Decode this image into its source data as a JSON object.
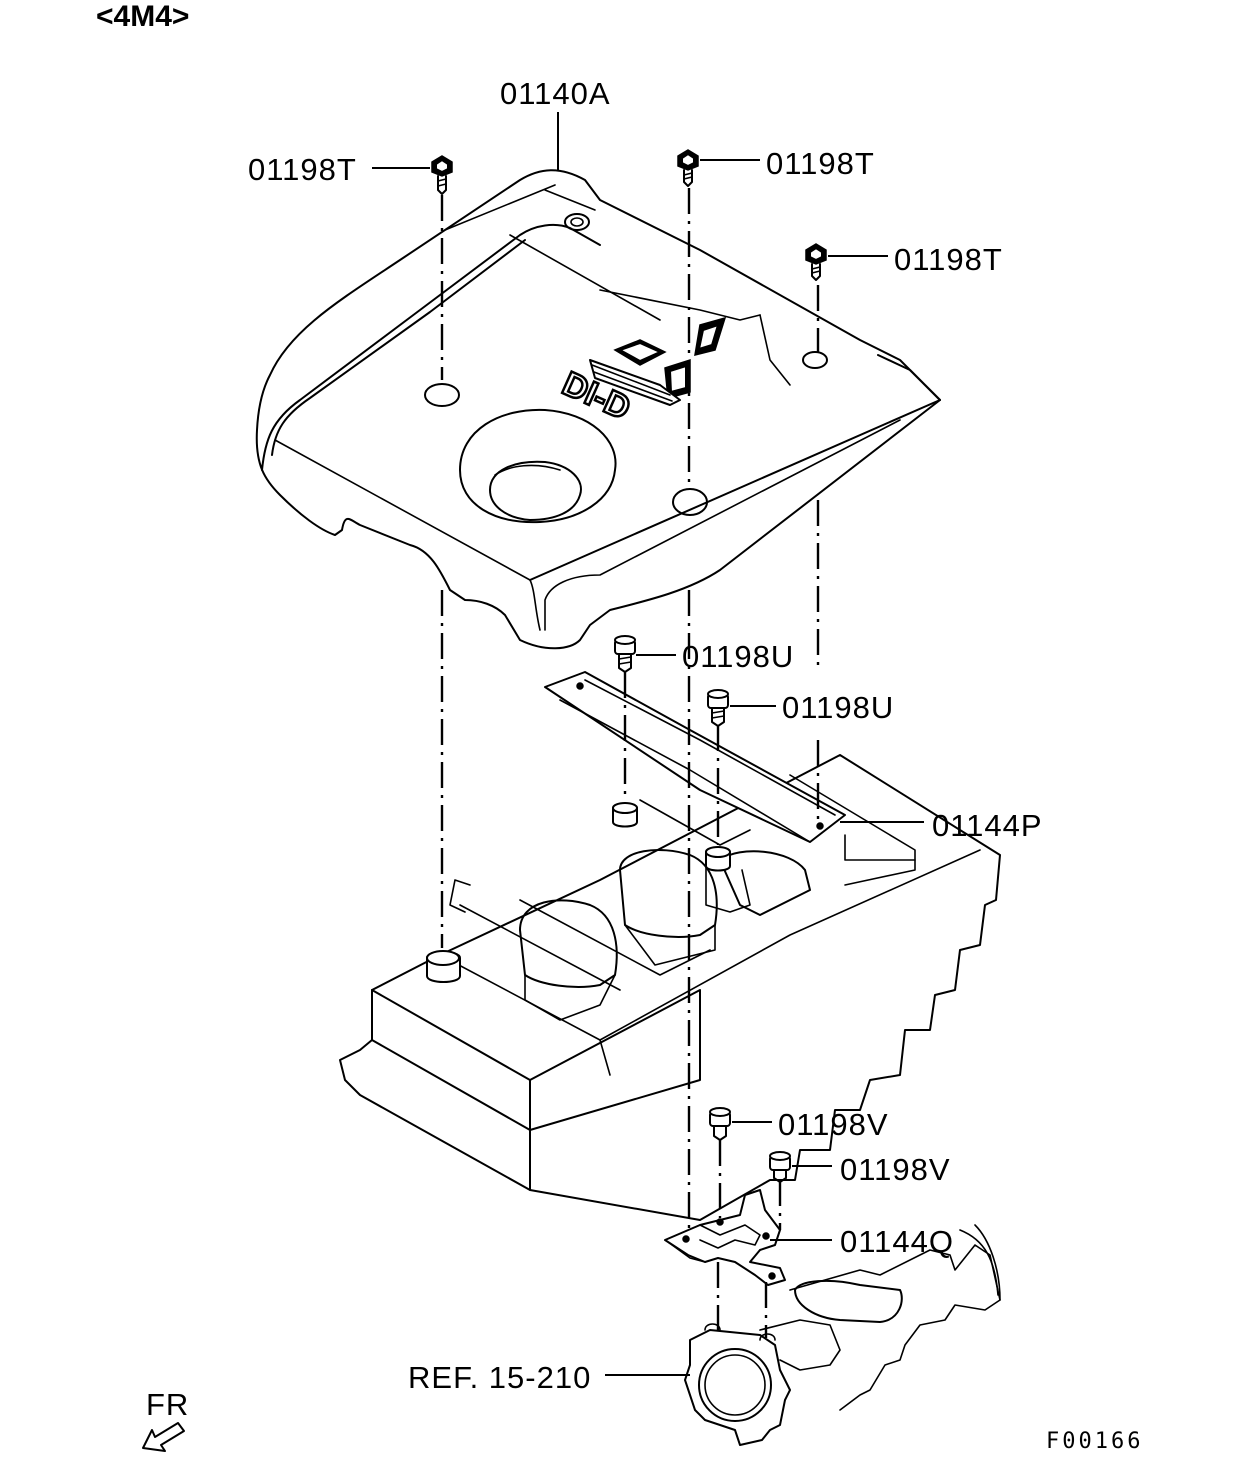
{
  "diagram": {
    "variant_label": "<4M4>",
    "figure_code": "F00166",
    "direction_label": "FR",
    "parts": {
      "engine_cover": "01140A",
      "screw_top_left": "01198T",
      "screw_top_center": "01198T",
      "screw_right": "01198T",
      "bolt_bracket_left": "01198U",
      "bolt_bracket_right": "01198U",
      "bracket_plate": "01144P",
      "bolt_lower_left": "01198V",
      "bolt_lower_right": "01198V",
      "lower_bracket": "01144Q",
      "reference": "REF. 15-210"
    },
    "cover_logo_text": "DI-D"
  }
}
